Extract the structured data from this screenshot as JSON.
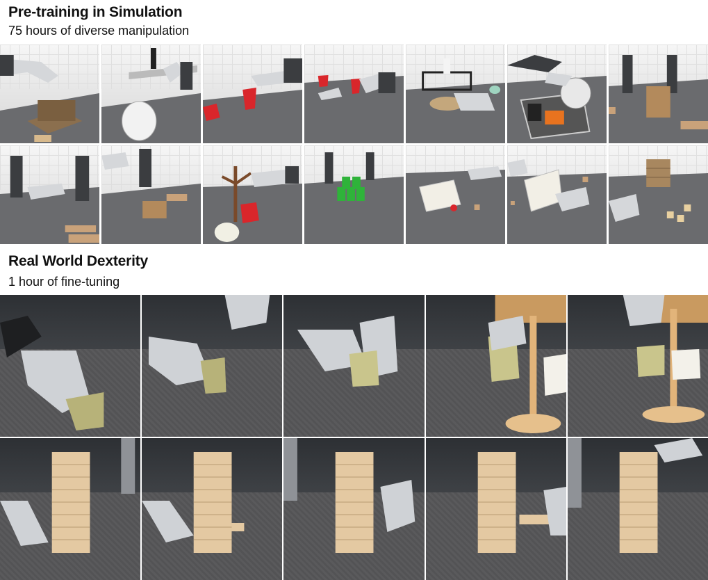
{
  "sections": {
    "simulation": {
      "title": "Pre-training in Simulation",
      "subtitle": "75 hours of diverse manipulation"
    },
    "real_world": {
      "title": "Real World Dexterity",
      "subtitle": "1 hour of fine-tuning"
    }
  },
  "colors": {
    "sim_table": "#6a6b6e",
    "sim_sky": "#eeeeee",
    "robot_metal": "#cfd2d6",
    "robot_dark": "#3b3d40",
    "red_cup": "#d9262b",
    "green_cup": "#2fb33a",
    "wood": "#c9a27a",
    "mug_green": "#c9c58c",
    "carpet": "#58585a"
  }
}
